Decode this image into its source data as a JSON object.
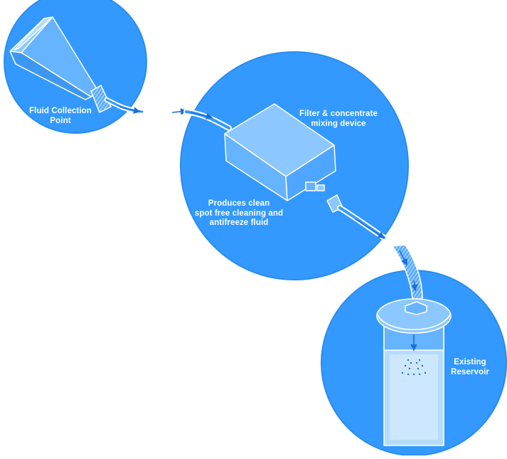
{
  "colors": {
    "circle": "#3399ff",
    "circle_edge": "#2a8cf0",
    "line": "#ffffff",
    "panel_light": "#8cc8ff",
    "panel_mid": "#66b3ff",
    "panel_dark": "#3d97f0",
    "arrow": "#1a6fe0"
  },
  "steps": [
    {
      "label_lines": [
        "Fluid Collection",
        "Point"
      ],
      "icon": "funnel-collector-icon"
    },
    {
      "label_lines": [
        "Filter & concentrate",
        "mixing device"
      ],
      "icon": "filter-box-icon"
    },
    {
      "label_lines": [
        "Produces clean",
        "spot free cleaning and",
        "antifreeze fluid"
      ]
    },
    {
      "label_lines": [
        "Existing",
        "Reservoir"
      ],
      "icon": "reservoir-tank-icon"
    }
  ]
}
